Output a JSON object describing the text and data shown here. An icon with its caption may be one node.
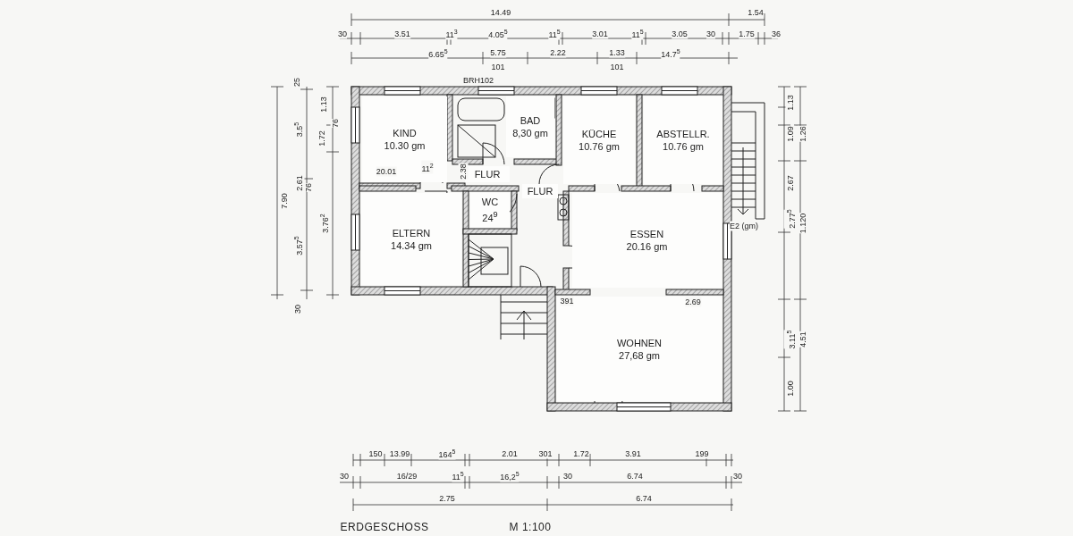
{
  "diagram": {
    "nodes": [
      {
        "text": [
          "KIND",
          "10.30 gm"
        ]
      },
      {
        "text": [
          "BAD",
          "8,30 gm"
        ]
      },
      {
        "text": [
          "KÜCHE",
          "10.76 gm"
        ]
      },
      {
        "text": [
          "ABSTELLR.",
          "10.76 gm"
        ]
      },
      {
        "text": [
          "FLUR"
        ]
      },
      {
        "text": [
          "FLUR"
        ]
      },
      {
        "text": [
          "WC",
          "24$^{9}$"
        ]
      },
      {
        "text": [
          "ELTERN",
          "14.34 gm"
        ]
      },
      {
        "text": [
          "ESSEN",
          "20.16 gm"
        ]
      },
      {
        "text": [
          "WOHNEN",
          "27,68 gm"
        ]
      }
    ],
    "labels": [
      "14.49",
      "1.54",
      "30",
      "3.51",
      "11$^{3}$",
      "4.05$^{5}$",
      "11$^{5}$",
      "3.01",
      "11$^{5}$",
      "3.05",
      "30",
      "1.75",
      "36",
      "6.65$^{5}$",
      "5.75",
      "2.22",
      "1.33",
      "14.7$^{5}$",
      "101",
      "101",
      "BRH102",
      "25",
      "7.90",
      "3.5$^{5}$",
      "1.13",
      "1.72",
      "76",
      "2.61",
      "76",
      "3.76$^{2}$",
      "3.57$^{5}$",
      "30",
      "20.01",
      "11$^{2}$",
      "2.38",
      "E2 (gm)",
      "1.13",
      "1.09",
      "1.26",
      "2.67",
      "2.77$^{5}$",
      "1.120",
      "391",
      "2.69",
      "3.11$^{5}$",
      "4.51",
      "1.00",
      "150",
      "13.99",
      "164$^{5}$",
      "2.01",
      "301",
      "1.72",
      "3.91",
      "199",
      "30",
      "16/29",
      "11$^{5}$",
      "16,2$^{5}$",
      "30",
      "6.74",
      "30",
      "2.75",
      "6.74",
      "ERDGESCHOSS",
      "M 1:100"
    ]
  }
}
